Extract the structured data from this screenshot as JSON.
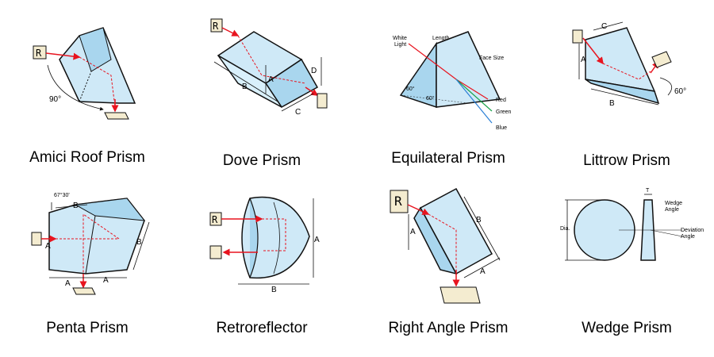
{
  "captions": {
    "amici": "Amici Roof Prism",
    "dove": "Dove Prism",
    "equilateral": "Equilateral Prism",
    "littrow": "Littrow Prism",
    "penta": "Penta Prism",
    "retro": "Retroreflector",
    "rightangle": "Right Angle Prism",
    "wedge": "Wedge Prism"
  },
  "labels": {
    "amici_angle": "90°",
    "dove_a": "A",
    "dove_b": "B",
    "dove_c": "C",
    "dove_d": "D",
    "eq_white_light": "White\nLight",
    "eq_length": "Length",
    "eq_face_size": "Face Size",
    "eq_angle1": "60°",
    "eq_angle2": "60°",
    "eq_red": "Red",
    "eq_green": "Green",
    "eq_blue": "Blue",
    "littrow_a": "A",
    "littrow_b": "B",
    "littrow_c": "C",
    "littrow_angle": "60°",
    "penta_angle": "67°30'",
    "penta_a1": "A",
    "penta_a2": "A",
    "penta_a3": "A",
    "penta_b1": "B",
    "penta_b2": "B",
    "retro_a": "A",
    "retro_b": "B",
    "ra_a1": "A",
    "ra_a2": "A",
    "ra_b": "B",
    "wedge_dia": "Dia.",
    "wedge_t": "T",
    "wedge_angle": "Wedge\nAngle",
    "wedge_deviation": "Deviation\nAngle",
    "r_letter": "R"
  },
  "colors": {
    "prism_fill": "#cfe9f7",
    "prism_fill_dark": "#a9d6ee",
    "outline": "#111111",
    "beam": "#e8141f",
    "red": "#e8141f",
    "green": "#19a34a",
    "blue": "#2a7fd6",
    "tag_fill": "#f4ecd0"
  }
}
